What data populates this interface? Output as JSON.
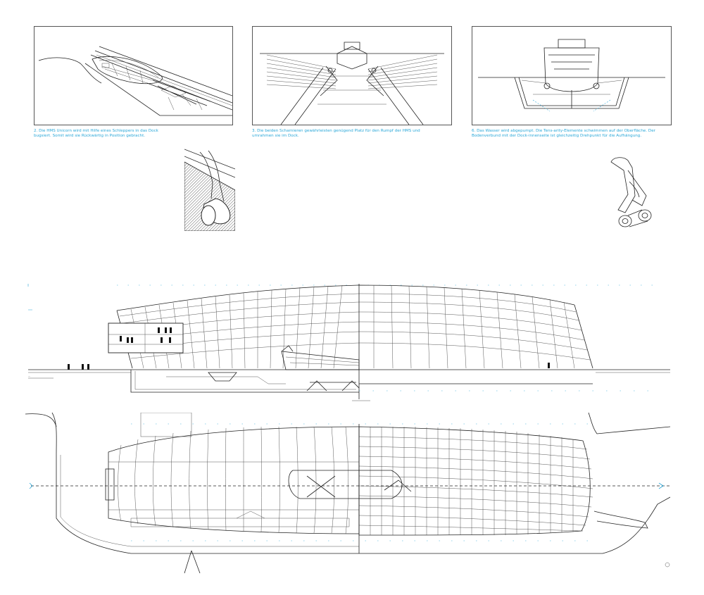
{
  "steps": [
    {
      "caption": "2. Die HMS Unicorn wird mit Hilfe eines Schleppers in das Dock bugsiert. Somit wird sie Rückwärtig in Position gebracht."
    },
    {
      "caption": "3. Die beiden Scharnieren gewährleisten genügend Platz für den Rumpf der HMS und umrahmen sie im Dock."
    },
    {
      "caption": "6. Das Wasser wird abgepumpt. Die Tens-arity-Elemente schwimmen auf der Oberfläche. Der Bodenverbund mit der Dock-innenseite ist gleichzeitig Drehpunkt für die Aufhängung."
    }
  ],
  "colors": {
    "accent": "#2aa7d8",
    "line": "#222222",
    "hatch": "#444444"
  }
}
